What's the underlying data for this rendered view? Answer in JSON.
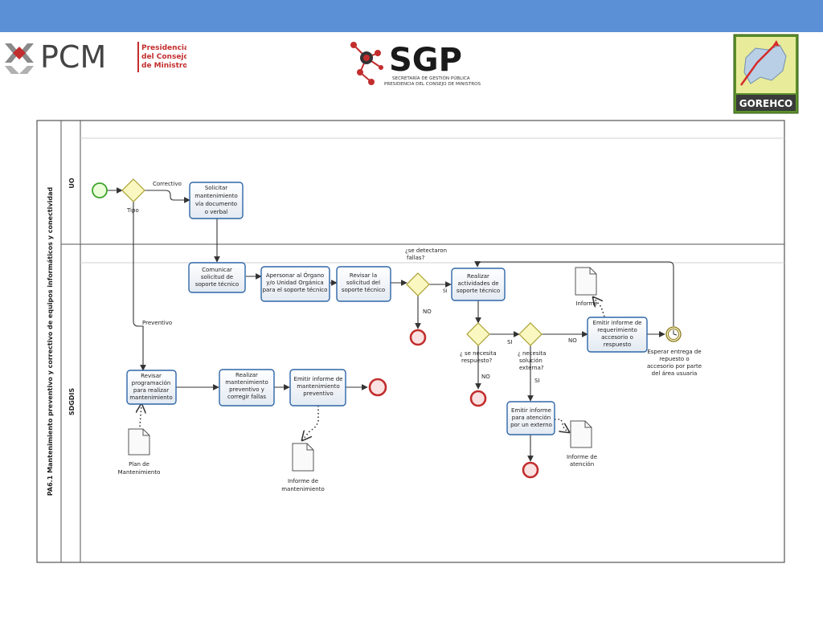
{
  "header": {
    "accent_color": "#5b8fd6"
  },
  "logos": {
    "pcm": {
      "mark": "PCM",
      "sub_1": "Presidencia",
      "sub_2": "del Consejo",
      "sub_3": "de Ministros"
    },
    "sgp": {
      "mark": "SGP",
      "sub_1": "SECRETARÍA DE GESTIÓN PÚBLICA",
      "sub_2": "PRESIDENCIA DEL CONSEJO DE MINISTROS"
    },
    "gorehco": {
      "mark": "GOREHCO"
    }
  },
  "pool": {
    "title": "PA6.1 Mantenimiento preventivo y correctivo de equipos informáticos y conectividad"
  },
  "lanes": {
    "uo": "UO",
    "sdgdis": "SDGDIS"
  },
  "gateway_labels": {
    "tipo": "Tipo",
    "detectaron_1": "¿se detectaron",
    "detectaron_2": "fallas?",
    "respuesto_1": "¿ se necesita",
    "respuesto_2": "respuesto?",
    "externa_1": "¿ necesita",
    "externa_2": "solución",
    "externa_3": "externa?"
  },
  "flow_labels": {
    "correctivo": "Correctivo",
    "preventivo": "Preventivo",
    "si_1": "SI",
    "no_1": "NO",
    "si_2": "SI",
    "no_2": "NO",
    "no_3": "NO",
    "si_3": "SI"
  },
  "tasks": {
    "solicitar": [
      "Solicitar",
      "mantenimiento",
      "vía documento",
      "o verbal"
    ],
    "comunicar": [
      "Comunicar",
      "solicitud de",
      "soporte técnico"
    ],
    "apersonar": [
      "Apersonar al Órgano",
      "y/o Unidad Orgánica",
      "para el soporte técnico"
    ],
    "revisar_solicitud": [
      "Revisar la",
      "solicitud del",
      "soporte técnico"
    ],
    "realizar_actividades": [
      "Realizar",
      "actividades de",
      "soporte técnico"
    ],
    "emitir_requerimiento": [
      "Emitir informe de",
      "requerimiento",
      "accesorio o",
      "respuesto"
    ],
    "revisar_programacion": [
      "Revisar",
      "programación",
      "para realizar",
      "mantenimiento"
    ],
    "realizar_preventivo": [
      "Realizar",
      "mantenimiento",
      "preventivo y",
      "corregir fallas"
    ],
    "emitir_mantenimiento": [
      "Emitir informe de",
      "mantenimiento",
      "preventivo"
    ],
    "emitir_externo": [
      "Emitir informe",
      "para atención",
      "por un externo"
    ]
  },
  "documents": {
    "plan_1": "Plan de",
    "plan_2": "Mantenimiento",
    "informe_mant_1": "Informe de",
    "informe_mant_2": "mantenimiento",
    "informe_atencion_1": "Informe de",
    "informe_atencion_2": "atención",
    "informe": "Informe"
  },
  "timer_event": [
    "Esperar entrega de",
    "repuesto o",
    "accesorio por parte",
    "del área usuaria"
  ]
}
